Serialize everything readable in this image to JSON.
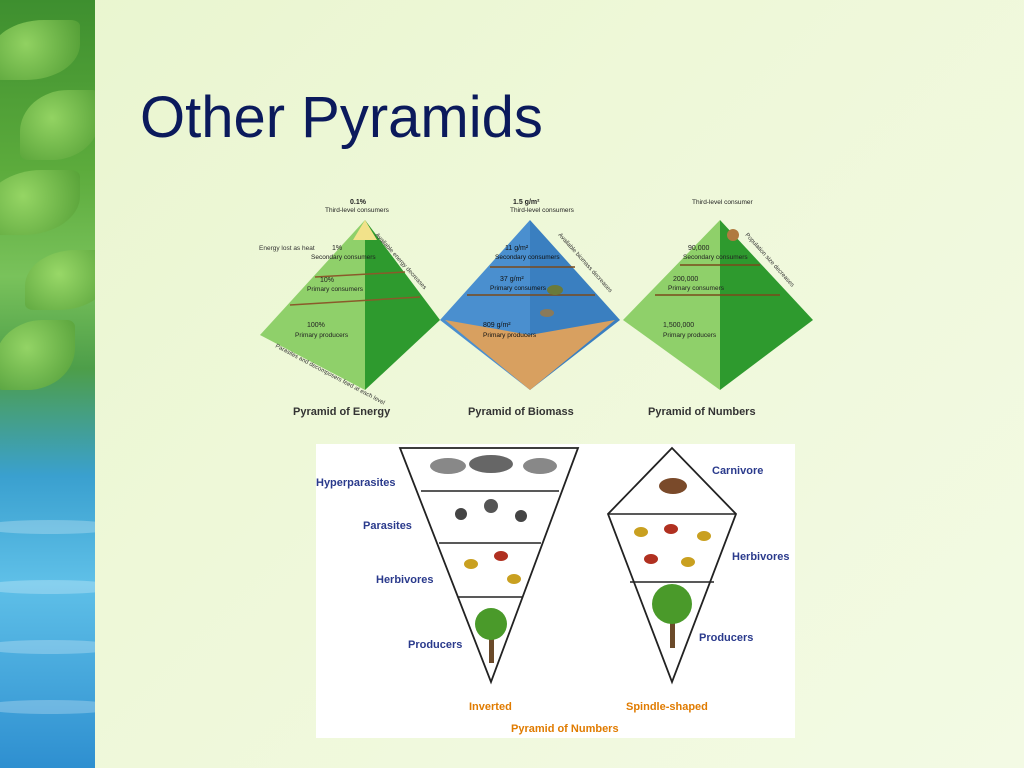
{
  "slide": {
    "title": "Other Pyramids"
  },
  "energy_pyramid": {
    "caption": "Pyramid of Energy",
    "levels": [
      {
        "value": "0.1%",
        "label": "Third-level consumers"
      },
      {
        "value": "1%",
        "label": "Secondary consumers"
      },
      {
        "value": "10%",
        "label": "Primary consumers"
      },
      {
        "value": "100%",
        "label": "Primary producers"
      }
    ],
    "side_label": "Available energy decreases",
    "heat_label": "Energy lost as heat",
    "base_note": "Parasites and decomposers feed at each level"
  },
  "biomass_pyramid": {
    "caption": "Pyramid of Biomass",
    "levels": [
      {
        "value": "1.5 g/m²",
        "label": "Third-level consumers"
      },
      {
        "value": "11 g/m²",
        "label": "Secondary consumers"
      },
      {
        "value": "37 g/m²",
        "label": "Primary consumers"
      },
      {
        "value": "809 g/m²",
        "label": "Primary producers"
      }
    ],
    "side_label": "Available biomass decreases"
  },
  "numbers_pyramid": {
    "caption": "Pyramid of Numbers",
    "levels": [
      {
        "value": "",
        "label": "Third-level consumer"
      },
      {
        "value": "90,000",
        "label": "Secondary consumers"
      },
      {
        "value": "200,000",
        "label": "Primary consumers"
      },
      {
        "value": "1,500,000",
        "label": "Primary producers"
      }
    ],
    "side_label": "Population size decreases"
  },
  "inverted_pyramid": {
    "labels": [
      "Hyperparasites",
      "Parasites",
      "Herbivores",
      "Producers"
    ],
    "caption": "Inverted"
  },
  "spindle_pyramid": {
    "labels": [
      "Carnivore",
      "Herbivores",
      "Producers"
    ],
    "caption": "Spindle-shaped"
  },
  "bottom_caption": "Pyramid of Numbers",
  "colors": {
    "title": "#0b1a5c",
    "label_blue": "#2a3a8c",
    "caption_orange": "#e07b00",
    "pyramid_green": "#2e9a2e",
    "pyramid_light": "#8fd06a",
    "water_blue": "#4a8fcf"
  }
}
